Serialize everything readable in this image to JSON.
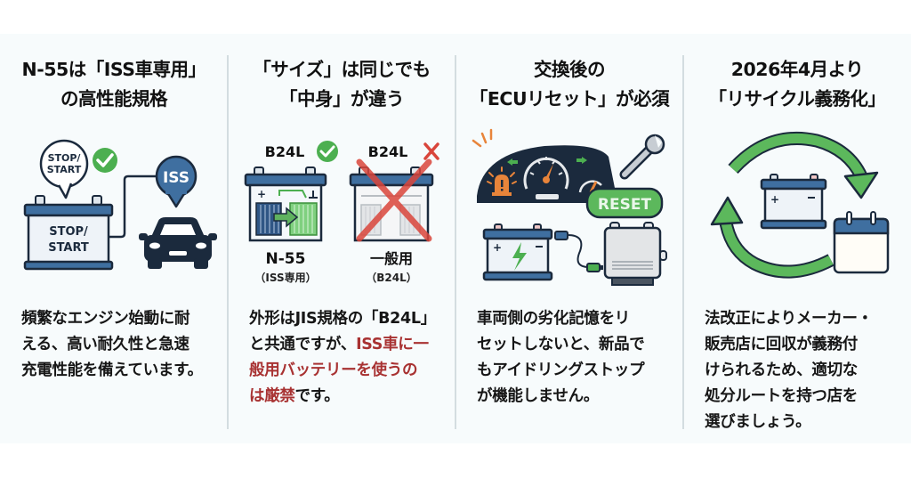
{
  "colors": {
    "background": "#ffffff",
    "panel_background": "#f7fbfc",
    "divider": "#d3dde0",
    "text": "#161616",
    "warning_red": "#a83232",
    "navy": "#1b2a3d",
    "battery_blue": "#3f6fa0",
    "check_green": "#4caf50",
    "cross_red": "#d9453b",
    "orange": "#e8843a"
  },
  "panels": [
    {
      "title_lines": [
        "N-55は「ISS車専用」",
        "の高性能規格"
      ],
      "illustration": {
        "bubble_label_1": "STOP/",
        "bubble_label_2": "START",
        "battery_label_1": "STOP/",
        "battery_label_2": "START",
        "iss_pin_label": "ISS",
        "icons": [
          "speech-bubble",
          "check-icon",
          "battery-icon",
          "map-pin-icon",
          "car-icon"
        ]
      },
      "body_lines": [
        "頻繁なエンジン始動に耐",
        "える、高い耐久性と急速",
        "充電性能を備えています。"
      ]
    },
    {
      "title_lines": [
        "「サイズ」は同じでも",
        "「中身」が違う"
      ],
      "illustration": {
        "left_tag": "B24L",
        "left_status": "ok",
        "left_name": "N-55",
        "left_sub": "（ISS専用）",
        "right_tag": "B24L",
        "right_status": "ng",
        "right_name": "一般用",
        "right_sub": "（B24L）",
        "icons": [
          "check-icon",
          "cross-icon",
          "iss-battery-icon",
          "standard-battery-icon"
        ]
      },
      "body_segments": [
        {
          "line": 0,
          "text": "外形はJIS規格の「B24L」",
          "emphasis": false
        },
        {
          "line": 1,
          "text": "と共通ですが、",
          "emphasis": false
        },
        {
          "line": 1,
          "text": "ISS車に一",
          "emphasis": true
        },
        {
          "line": 2,
          "text": "般用バッテリーを使うの",
          "emphasis": true
        },
        {
          "line": 3,
          "text": "は厳禁",
          "emphasis": true
        },
        {
          "line": 3,
          "text": "です。",
          "emphasis": false
        }
      ]
    },
    {
      "title_lines": [
        "交換後の",
        "「ECUリセット」が必須"
      ],
      "illustration": {
        "reset_label": "RESET",
        "icons": [
          "dashboard-icon",
          "warning-light-icon",
          "wrench-icon",
          "reset-badge",
          "battery-icon",
          "cable-icon",
          "ecu-module-icon"
        ]
      },
      "body_lines": [
        "車両側の劣化記憶をリ",
        "セットしないと、新品で",
        "もアイドリングストップ",
        "が機能しません。"
      ]
    },
    {
      "title_lines": [
        "2026年4月より",
        "「リサイクル義務化」"
      ],
      "illustration": {
        "icons": [
          "recycle-arrows-icon",
          "battery-icon",
          "calendar-icon"
        ]
      },
      "body_lines": [
        "法改正によりメーカー・",
        "販売店に回収が義務付",
        "けられるため、適切な",
        "処分ルートを持つ店を",
        "選びましょう。"
      ]
    }
  ]
}
